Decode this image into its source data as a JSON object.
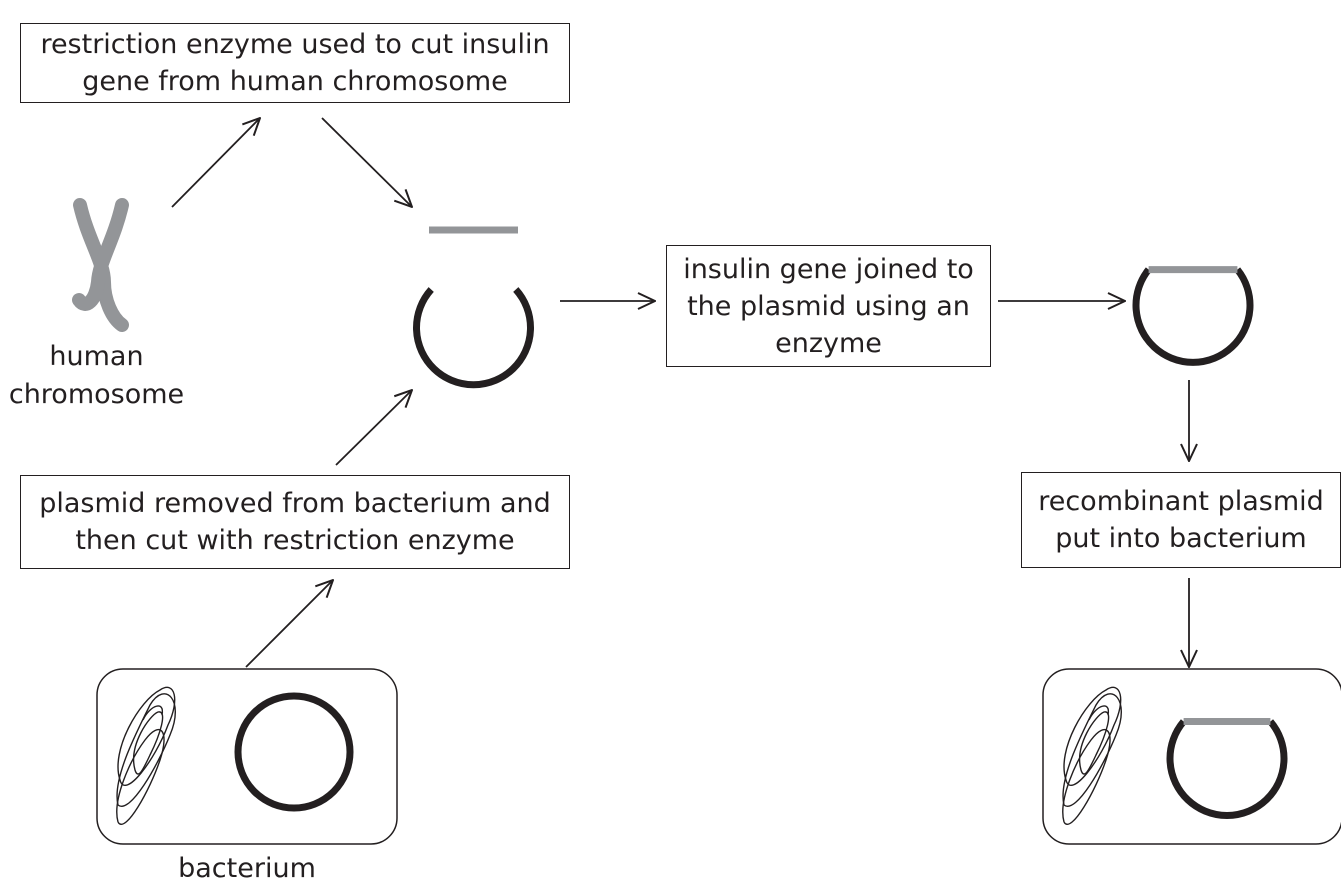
{
  "boxes": {
    "restriction_enzyme": [
      "restriction enzyme used to cut insulin",
      "gene from human chromosome"
    ],
    "plasmid_removed": [
      "plasmid removed from bacterium and",
      "then cut with restriction enzyme"
    ],
    "insulin_joined": [
      "insulin gene joined to",
      "the plasmid using an",
      "enzyme"
    ],
    "recombinant": [
      "recombinant plasmid",
      "put into bacterium"
    ]
  },
  "labels": {
    "human_chromosome": [
      "human",
      "chromosome"
    ],
    "bacterium": "bacterium"
  },
  "colors": {
    "ink": "#231f20",
    "gene_grey": "#939598"
  }
}
